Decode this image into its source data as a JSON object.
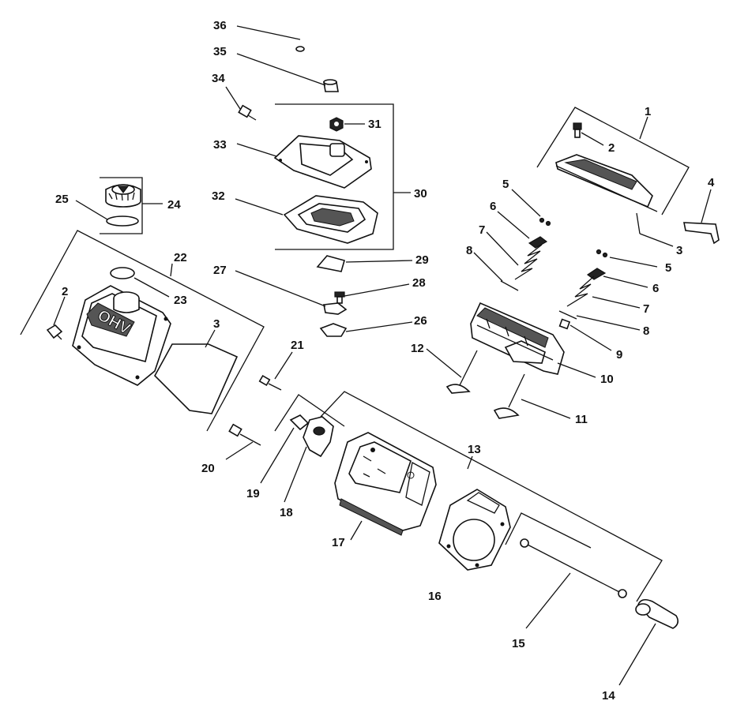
{
  "callouts": {
    "p1": "1",
    "p2a": "2",
    "p2b": "2",
    "p3a": "3",
    "p3b": "3",
    "p4": "4",
    "p5a": "5",
    "p5b": "5",
    "p6a": "6",
    "p6b": "6",
    "p7a": "7",
    "p7b": "7",
    "p8a": "8",
    "p8b": "8",
    "p9": "9",
    "p10": "10",
    "p11": "11",
    "p12": "12",
    "p13": "13",
    "p14": "14",
    "p15": "15",
    "p16": "16",
    "p17": "17",
    "p18": "18",
    "p19": "19",
    "p20": "20",
    "p21": "21",
    "p22": "22",
    "p23": "23",
    "p24": "24",
    "p25": "25",
    "p26": "26",
    "p27": "27",
    "p28": "28",
    "p29": "29",
    "p30": "30",
    "p31": "31",
    "p32": "32",
    "p33": "33",
    "p34": "34",
    "p35": "35",
    "p36": "36"
  },
  "cover_marking": "OHV",
  "colors": {
    "ink": "#111111",
    "background": "#ffffff"
  }
}
